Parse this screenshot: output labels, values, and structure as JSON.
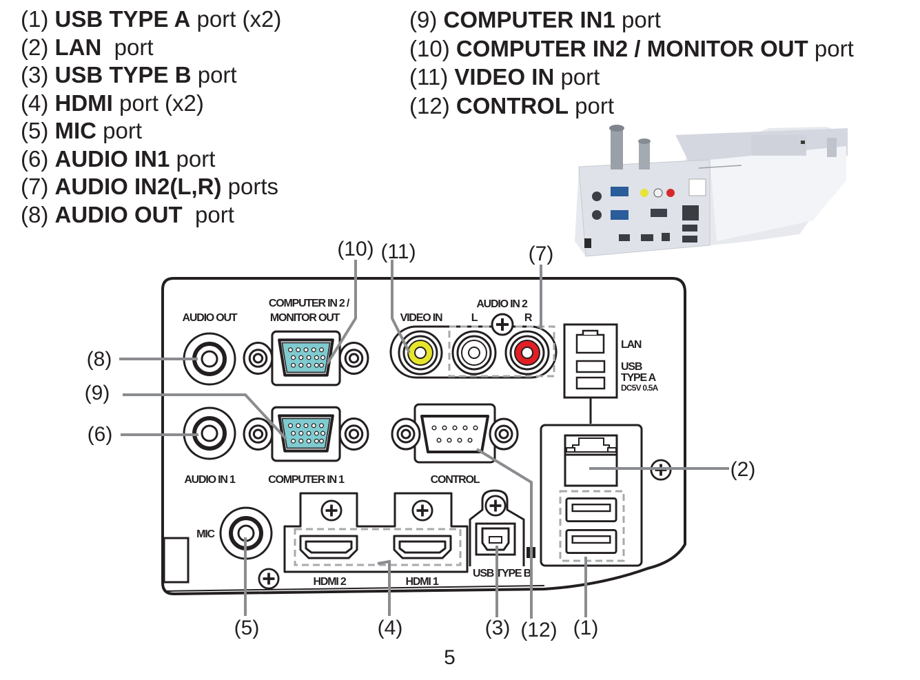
{
  "legend": {
    "left": [
      {
        "num": "(1)",
        "name": "USB TYPE A",
        "rest": " port (x2)"
      },
      {
        "num": "(2)",
        "name": "LAN",
        "rest": "  port"
      },
      {
        "num": "(3)",
        "name": "USB TYPE B",
        "rest": " port"
      },
      {
        "num": "(4)",
        "name": "HDMI",
        "rest": " port (x2)"
      },
      {
        "num": "(5)",
        "name": "MIC",
        "rest": " port"
      },
      {
        "num": "(6)",
        "name": "AUDIO IN1",
        "rest": " port"
      },
      {
        "num": "(7)",
        "name": "AUDIO IN2(L,R)",
        "rest": " ports"
      },
      {
        "num": "(8)",
        "name": "AUDIO OUT",
        "rest": "  port"
      }
    ],
    "right": [
      {
        "num": "(9)",
        "name": "COMPUTER IN1",
        "rest": " port"
      },
      {
        "num": "(10)",
        "name": "COMPUTER IN2 / MONITOR OUT",
        "rest": " port"
      },
      {
        "num": "(11)",
        "name": "VIDEO IN",
        "rest": " port"
      },
      {
        "num": "(12)",
        "name": "CONTROL",
        "rest": " port"
      }
    ]
  },
  "panel_labels": {
    "audio_out": "AUDIO OUT",
    "computer_in2_line1": "COMPUTER IN 2 /",
    "computer_in2_line2": "MONITOR OUT",
    "video_in": "VIDEO IN",
    "audio_in2": "AUDIO IN 2",
    "audio_l": "L",
    "audio_r": "R",
    "lan": "LAN",
    "usb_line1": "USB",
    "usb_line2": "TYPE A",
    "usb_line3": "DC5V 0.5A",
    "audio_in1": "AUDIO IN 1",
    "computer_in1": "COMPUTER IN 1",
    "control": "CONTROL",
    "mic": "MIC",
    "hdmi2": "HDMI 2",
    "hdmi1": "HDMI 1",
    "usb_type_b": "USB TYPE B"
  },
  "callouts": {
    "c1": "(1)",
    "c2": "(2)",
    "c3": "(3)",
    "c4": "(4)",
    "c5": "(5)",
    "c6": "(6)",
    "c7": "(7)",
    "c8": "(8)",
    "c9": "(9)",
    "c10": "(10)",
    "c11": "(11)",
    "c12": "(12)"
  },
  "page_number": "5",
  "colors": {
    "ink": "#231f20",
    "vga_fill": "#7fcbd0",
    "video_yellow": "#e6e52c",
    "audio_red": "#e31e24",
    "dashed_gray": "#a7a9ac",
    "photo_body": "#e4e6ec"
  }
}
